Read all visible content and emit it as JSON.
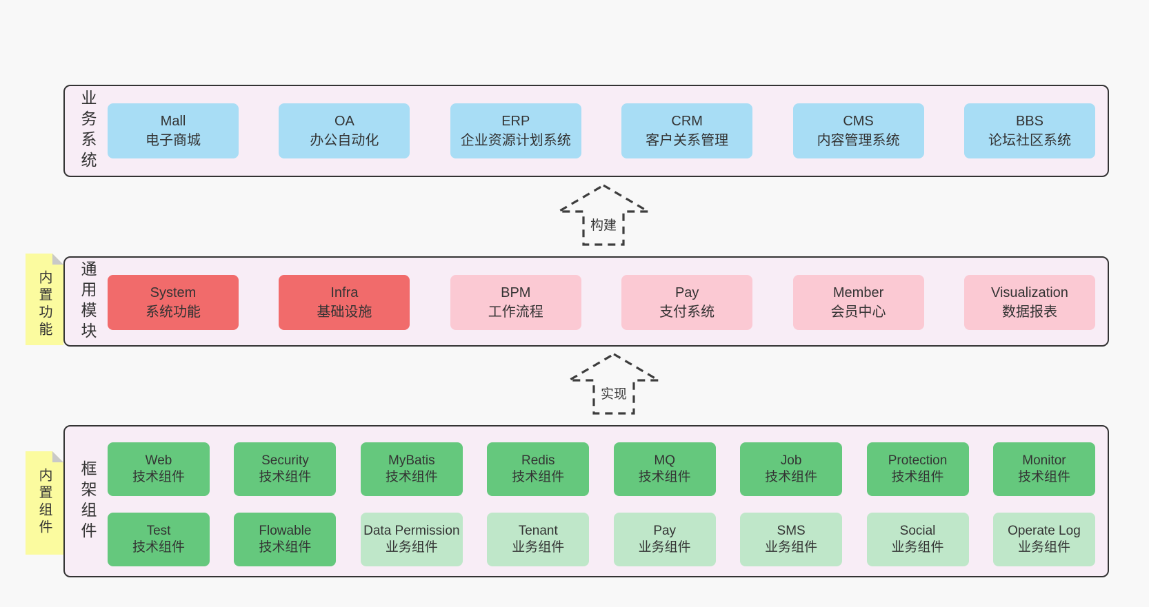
{
  "colors": {
    "page_bg": "#f8f8f8",
    "layer_bg": "#f8edf6",
    "layer_border": "#333333",
    "box_blue": "#a8ddf5",
    "box_red": "#f16b6b",
    "box_pink": "#fbc9d3",
    "box_green": "#65c87d",
    "box_light_green": "#bfe7c9",
    "sticky_yellow": "#fbfb9f",
    "sticky_fold_gray": "#c9c9c9",
    "text": "#333333"
  },
  "layers": {
    "business": {
      "label": "业务系统",
      "boxes": [
        {
          "title": "Mall",
          "subtitle": "电子商城"
        },
        {
          "title": "OA",
          "subtitle": "办公自动化"
        },
        {
          "title": "ERP",
          "subtitle": "企业资源计划系统"
        },
        {
          "title": "CRM",
          "subtitle": "客户关系管理"
        },
        {
          "title": "CMS",
          "subtitle": "内容管理系统"
        },
        {
          "title": "BBS",
          "subtitle": "论坛社区系统"
        }
      ]
    },
    "common": {
      "sticky": "内置功能",
      "label": "通用模块",
      "boxes": [
        {
          "title": "System",
          "subtitle": "系统功能"
        },
        {
          "title": "Infra",
          "subtitle": "基础设施"
        },
        {
          "title": "BPM",
          "subtitle": "工作流程"
        },
        {
          "title": "Pay",
          "subtitle": "支付系统"
        },
        {
          "title": "Member",
          "subtitle": "会员中心"
        },
        {
          "title": "Visualization",
          "subtitle": "数据报表"
        }
      ]
    },
    "framework": {
      "sticky": "内置组件",
      "label": "框架组件",
      "row1": [
        {
          "title": "Web",
          "subtitle": "技术组件"
        },
        {
          "title": "Security",
          "subtitle": "技术组件"
        },
        {
          "title": "MyBatis",
          "subtitle": "技术组件"
        },
        {
          "title": "Redis",
          "subtitle": "技术组件"
        },
        {
          "title": "MQ",
          "subtitle": "技术组件"
        },
        {
          "title": "Job",
          "subtitle": "技术组件"
        },
        {
          "title": "Protection",
          "subtitle": "技术组件"
        },
        {
          "title": "Monitor",
          "subtitle": "技术组件"
        }
      ],
      "row2": [
        {
          "title": "Test",
          "subtitle": "技术组件"
        },
        {
          "title": "Flowable",
          "subtitle": "技术组件"
        },
        {
          "title": "Data Permission",
          "subtitle": "业务组件"
        },
        {
          "title": "Tenant",
          "subtitle": "业务组件"
        },
        {
          "title": "Pay",
          "subtitle": "业务组件"
        },
        {
          "title": "SMS",
          "subtitle": "业务组件"
        },
        {
          "title": "Social",
          "subtitle": "业务组件"
        },
        {
          "title": "Operate Log",
          "subtitle": "业务组件"
        }
      ]
    }
  },
  "arrows": {
    "build": "构建",
    "implement": "实现"
  }
}
